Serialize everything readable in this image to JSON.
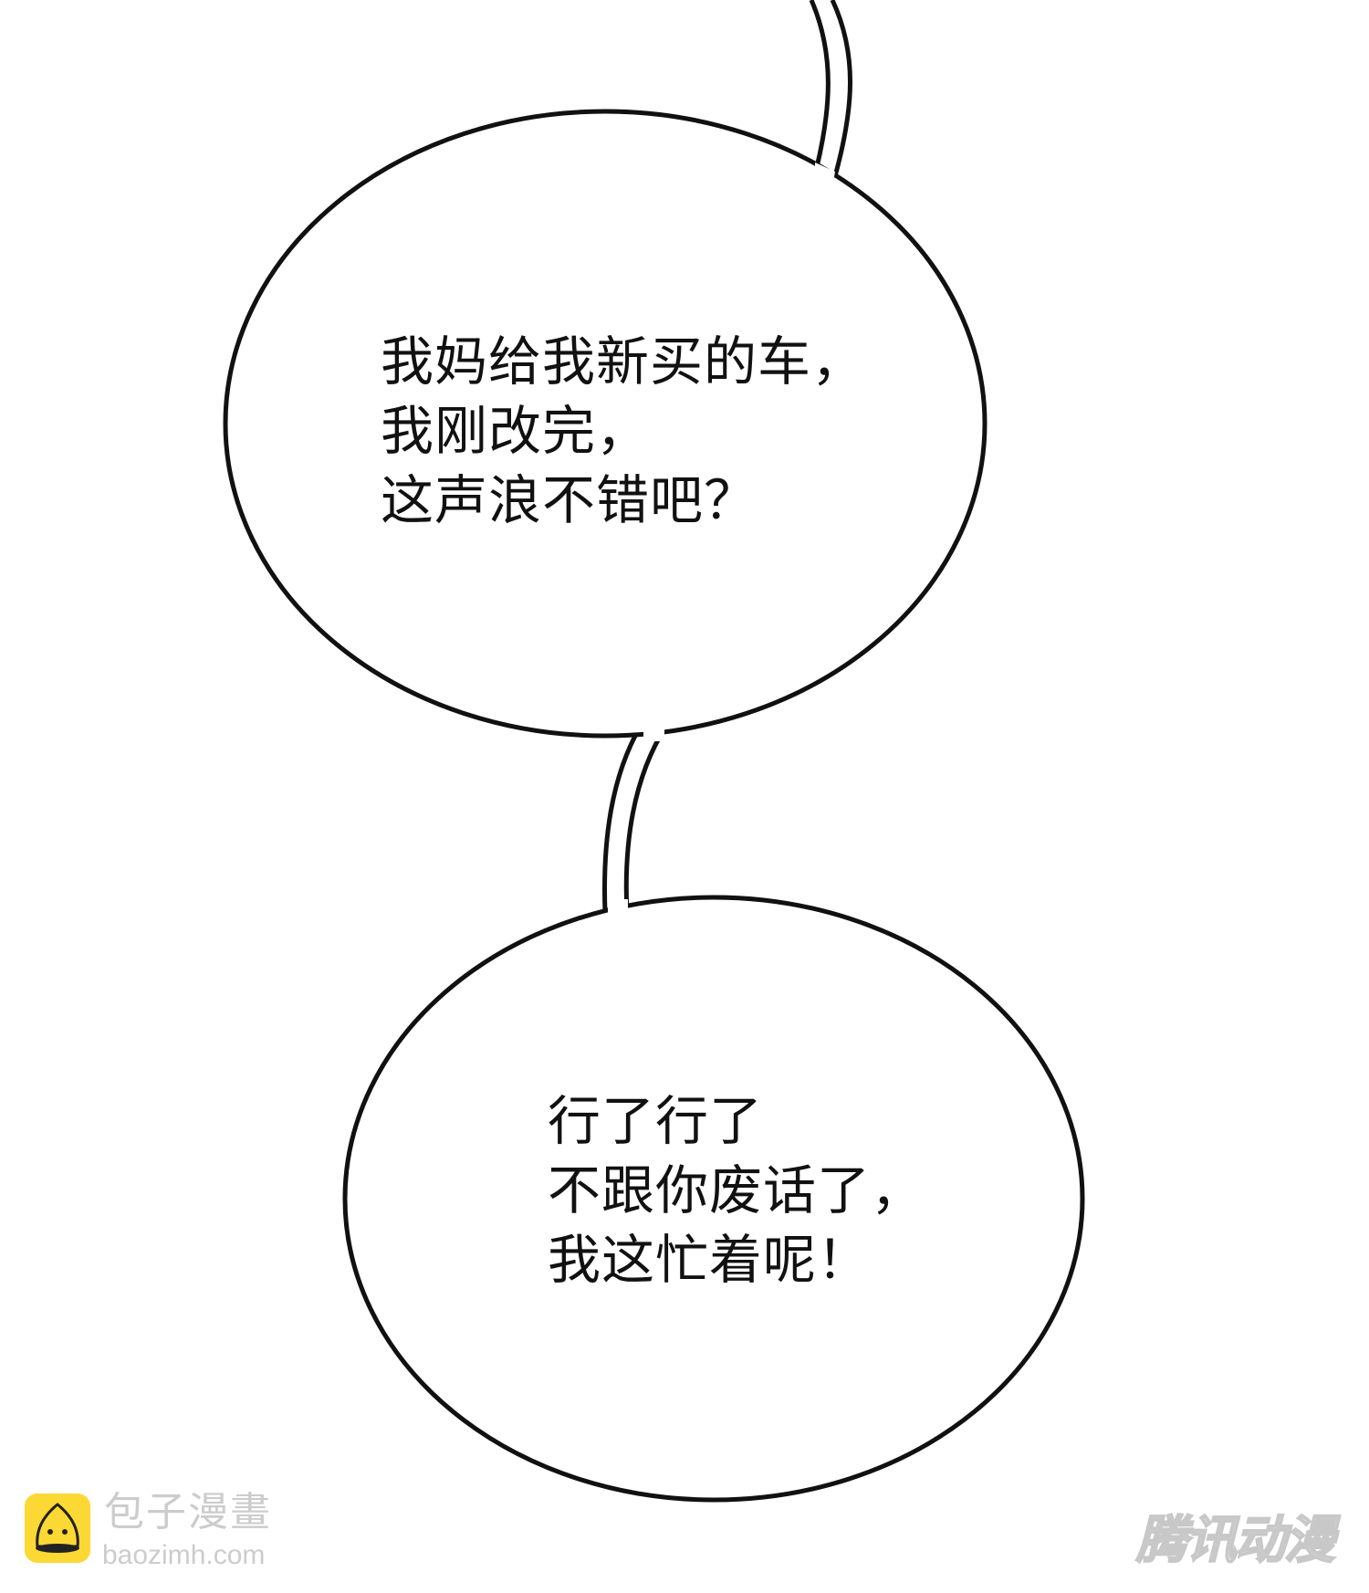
{
  "bubbles": [
    {
      "lines": [
        "我妈给我新买的车，",
        "我刚改完，",
        "这声浪不错吧？"
      ]
    },
    {
      "lines": [
        "行了行了",
        "不跟你废话了，",
        "我这忙着呢！"
      ]
    }
  ],
  "watermarks": {
    "site_name": "包子漫畫",
    "site_url": "baozimh.com",
    "publisher": "腾讯动漫"
  },
  "colors": {
    "logo": "#fcd835",
    "stroke": "#111111"
  }
}
